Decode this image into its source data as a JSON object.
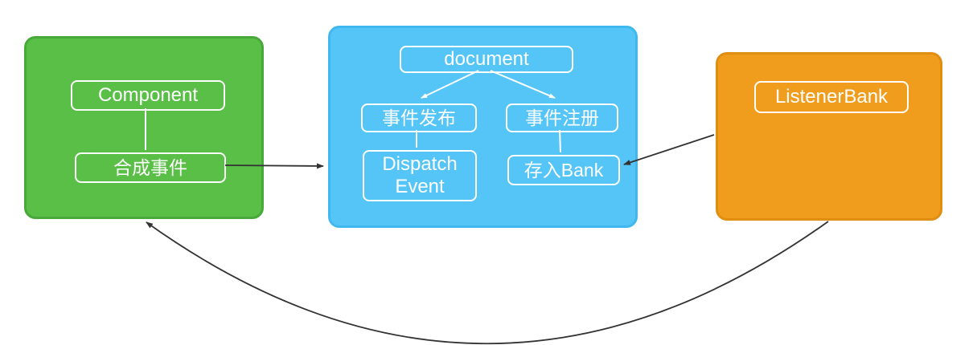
{
  "diagram": {
    "component_panel": {
      "color": "#5abf47",
      "component_label": "Component",
      "synthetic_event_label": "合成事件"
    },
    "document_panel": {
      "color": "#55c5f7",
      "document_label": "document",
      "event_publish_label": "事件发布",
      "event_register_label": "事件注册",
      "dispatch_event_label": "Dispatch Event",
      "store_bank_label": "存入Bank"
    },
    "listener_panel": {
      "color": "#f09d1d",
      "listener_bank_label": "ListenerBank"
    }
  }
}
